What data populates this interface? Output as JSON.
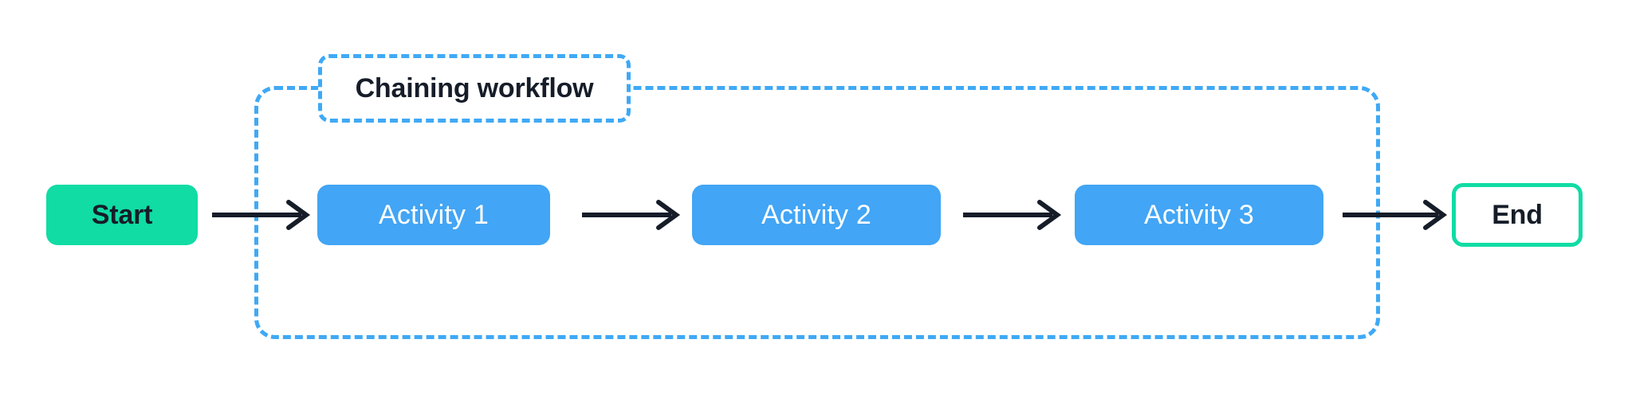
{
  "diagram": {
    "type": "flowchart",
    "orientation": "left-to-right",
    "background_color": "#ffffff",
    "group": {
      "label": "Chaining workflow",
      "border_style": "dashed",
      "border_color": "#3FA9F5",
      "label_text_color": "#161d29"
    },
    "nodes": [
      {
        "id": "start",
        "label": "Start",
        "shape": "rounded-rect",
        "fill": "#10DCA4",
        "text_color": "#161d29",
        "in_group": false
      },
      {
        "id": "activity-1",
        "label": "Activity 1",
        "shape": "rounded-rect",
        "fill": "#42A5F5",
        "text_color": "#ffffff",
        "in_group": true
      },
      {
        "id": "activity-2",
        "label": "Activity 2",
        "shape": "rounded-rect",
        "fill": "#42A5F5",
        "text_color": "#ffffff",
        "in_group": true
      },
      {
        "id": "activity-3",
        "label": "Activity 3",
        "shape": "rounded-rect",
        "fill": "#42A5F5",
        "text_color": "#ffffff",
        "in_group": true
      },
      {
        "id": "end",
        "label": "End",
        "shape": "rounded-rect-outline",
        "fill": "#ffffff",
        "stroke": "#10DCA4",
        "text_color": "#161d29",
        "in_group": false
      }
    ],
    "edges": [
      {
        "id": "edge-start-activity1",
        "from": "start",
        "to": "activity-1",
        "style": "solid-arrow",
        "color": "#161d29"
      },
      {
        "id": "edge-activity1-activity2",
        "from": "activity-1",
        "to": "activity-2",
        "style": "solid-arrow",
        "color": "#161d29"
      },
      {
        "id": "edge-activity2-activity3",
        "from": "activity-2",
        "to": "activity-3",
        "style": "solid-arrow",
        "color": "#161d29"
      },
      {
        "id": "edge-activity3-end",
        "from": "activity-3",
        "to": "end",
        "style": "solid-arrow",
        "color": "#161d29"
      }
    ]
  }
}
